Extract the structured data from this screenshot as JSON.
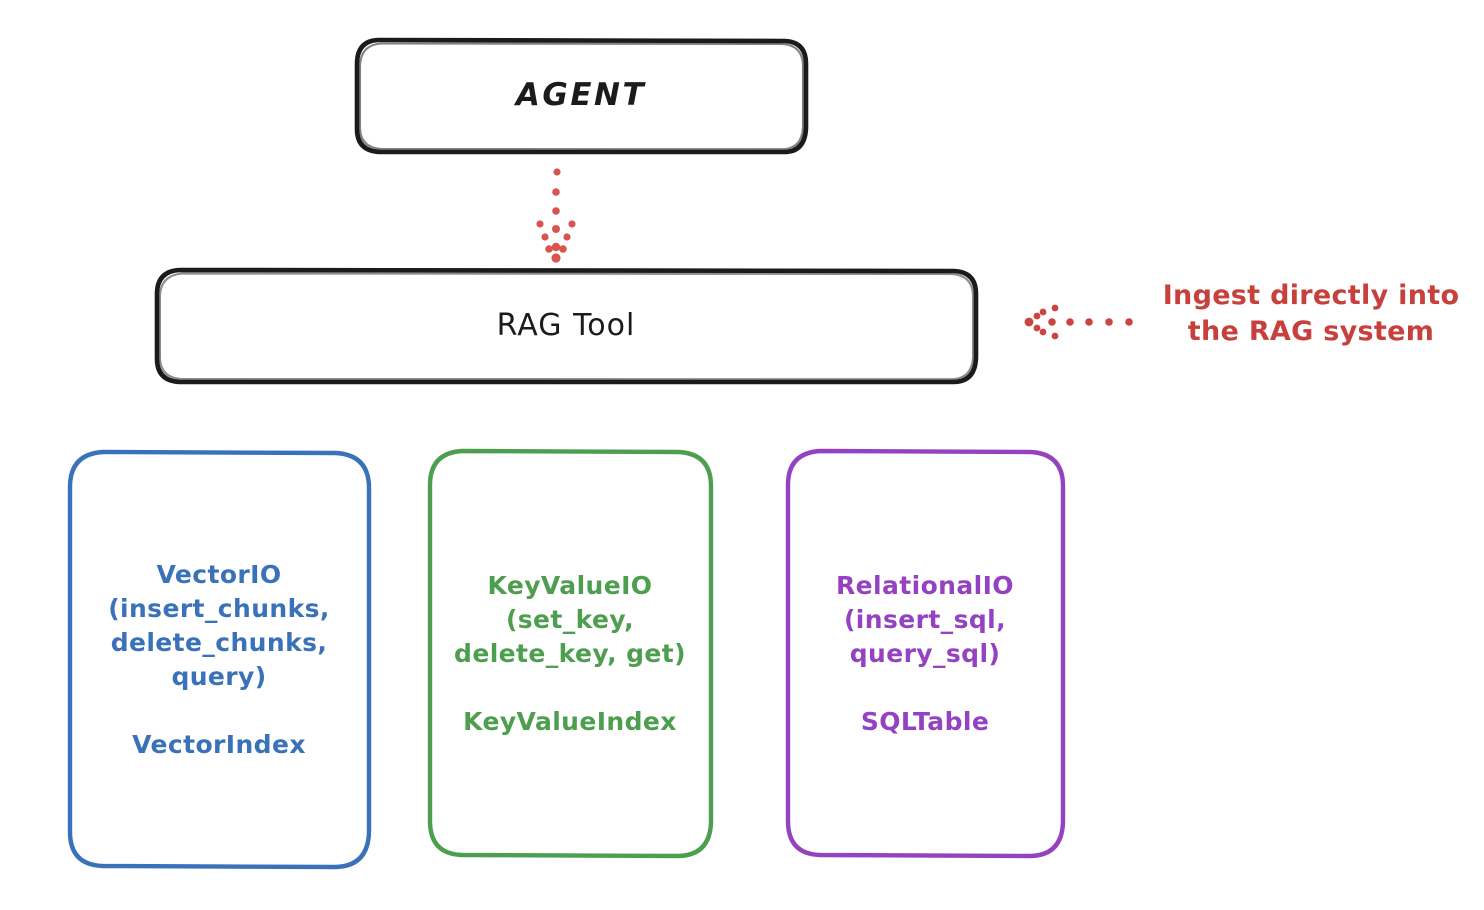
{
  "diagram": {
    "title_node": {
      "label": "AGENT"
    },
    "tool_node": {
      "label": "RAG Tool"
    },
    "providers": [
      {
        "name": "vectorio",
        "methods": "VectorIO\n(insert_chunks,\ndelete_chunks,\nquery)",
        "index": "VectorIndex",
        "color": "#3a72ba"
      },
      {
        "name": "keyvalueio",
        "methods": "KeyValueIO\n(set_key,\ndelete_key, get)",
        "index": "KeyValueIndex",
        "color": "#4e9e50"
      },
      {
        "name": "relationalio",
        "methods": "RelationalIO\n(insert_sql,\nquery_sql)",
        "index": "SQLTable",
        "color": "#9442c2"
      }
    ],
    "annotations": [
      {
        "name": "ingest-note",
        "text": "Ingest directly into\nthe RAG system",
        "color": "#c8403c"
      }
    ],
    "connectors": [
      {
        "name": "agent-to-ragtool",
        "style": "dotted-arrow-down",
        "color": "#d9534f"
      },
      {
        "name": "ingest-into-ragtool",
        "style": "dotted-arrow-left",
        "color": "#cc4440"
      }
    ],
    "colors": {
      "stroke_black": "#1b1b1b",
      "blue": "#3a72ba",
      "green": "#4e9e50",
      "purple": "#9442c2",
      "red": "#c8403c",
      "background": "#ffffff"
    }
  }
}
